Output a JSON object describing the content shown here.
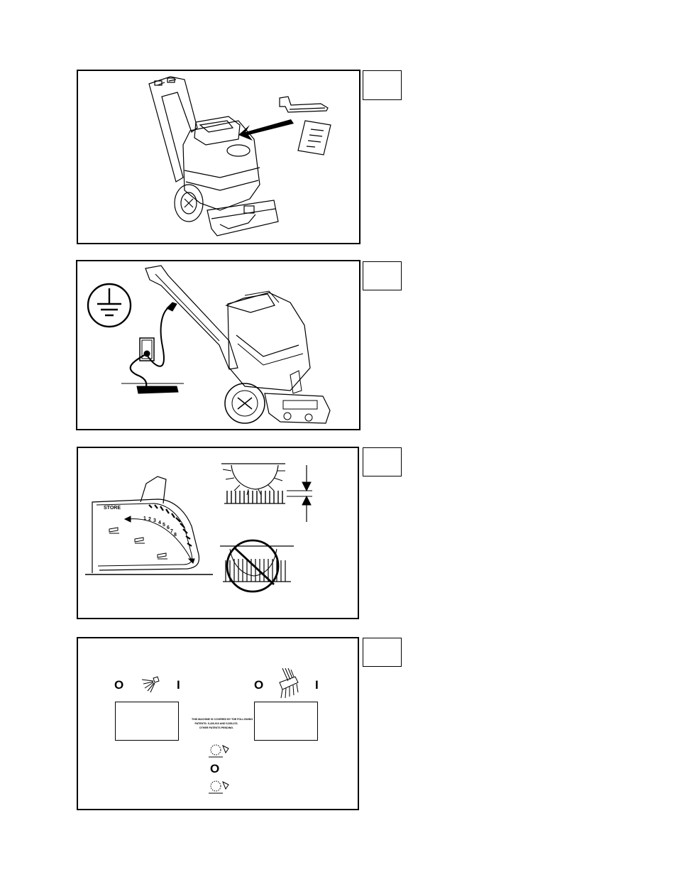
{
  "figure3": {
    "store_label": "STORE",
    "scale_numbers": [
      "1",
      "2",
      "3",
      "4",
      "5",
      "6",
      "7",
      "8"
    ]
  },
  "figure4": {
    "off_symbol": "O",
    "on_symbol": "I",
    "patent_text_line1": "THIS MACHINE IS COVERED BY THE FOLLOWING",
    "patent_text_line2": "PATENTS: 5,430,910 AND 5,535,476.",
    "patent_text_line3": "OTHER PATENTS PENDING."
  }
}
